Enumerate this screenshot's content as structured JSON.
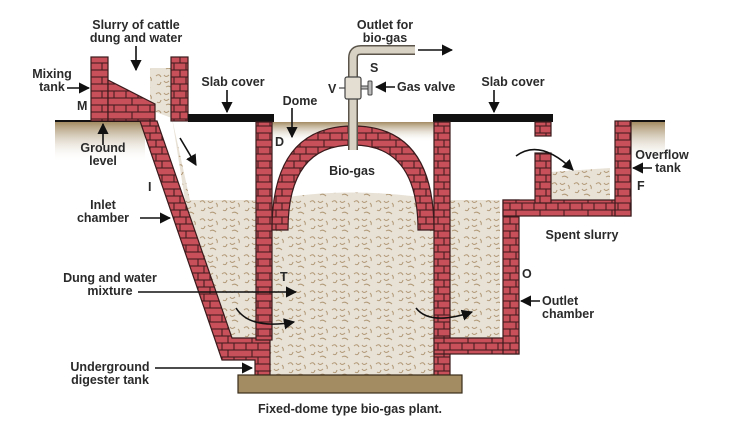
{
  "diagram": {
    "title": "Fixed-dome type bio-gas plant.",
    "labels": {
      "slurry_input": [
        "Slurry of cattle",
        "dung and water"
      ],
      "mixing_tank": [
        "Mixing",
        "tank"
      ],
      "mixing_tank_letter": "M",
      "ground_level": [
        "Ground",
        "level"
      ],
      "slab_cover_left": "Slab cover",
      "slab_cover_right": "Slab cover",
      "dome": "Dome",
      "dome_letter": "D",
      "outlet": [
        "Outlet for",
        "bio-gas"
      ],
      "valve_letter_v": "V",
      "valve_letter_s": "S",
      "gas_valve": "Gas valve",
      "bio_gas": "Bio-gas",
      "inlet_letter": "I",
      "inlet_chamber": [
        "Inlet",
        "chamber"
      ],
      "dung_mixture": [
        "Dung and water",
        "mixture"
      ],
      "tank_letter": "T",
      "digester": [
        "Underground",
        "digester tank"
      ],
      "overflow_tank": [
        "Overflow",
        "tank"
      ],
      "overflow_letter": "F",
      "spent_slurry": "Spent slurry",
      "outlet_letter": "O",
      "outlet_chamber": [
        "Outlet",
        "chamber"
      ]
    },
    "colors": {
      "brick": "#c8505a",
      "mortar": "#3a1a1c",
      "slurry": "#e8e1d6",
      "slurry_speckle": "#b29a78",
      "ground": "#a38b62",
      "pipe": "#d8d2c4",
      "slab": "#111111"
    }
  }
}
